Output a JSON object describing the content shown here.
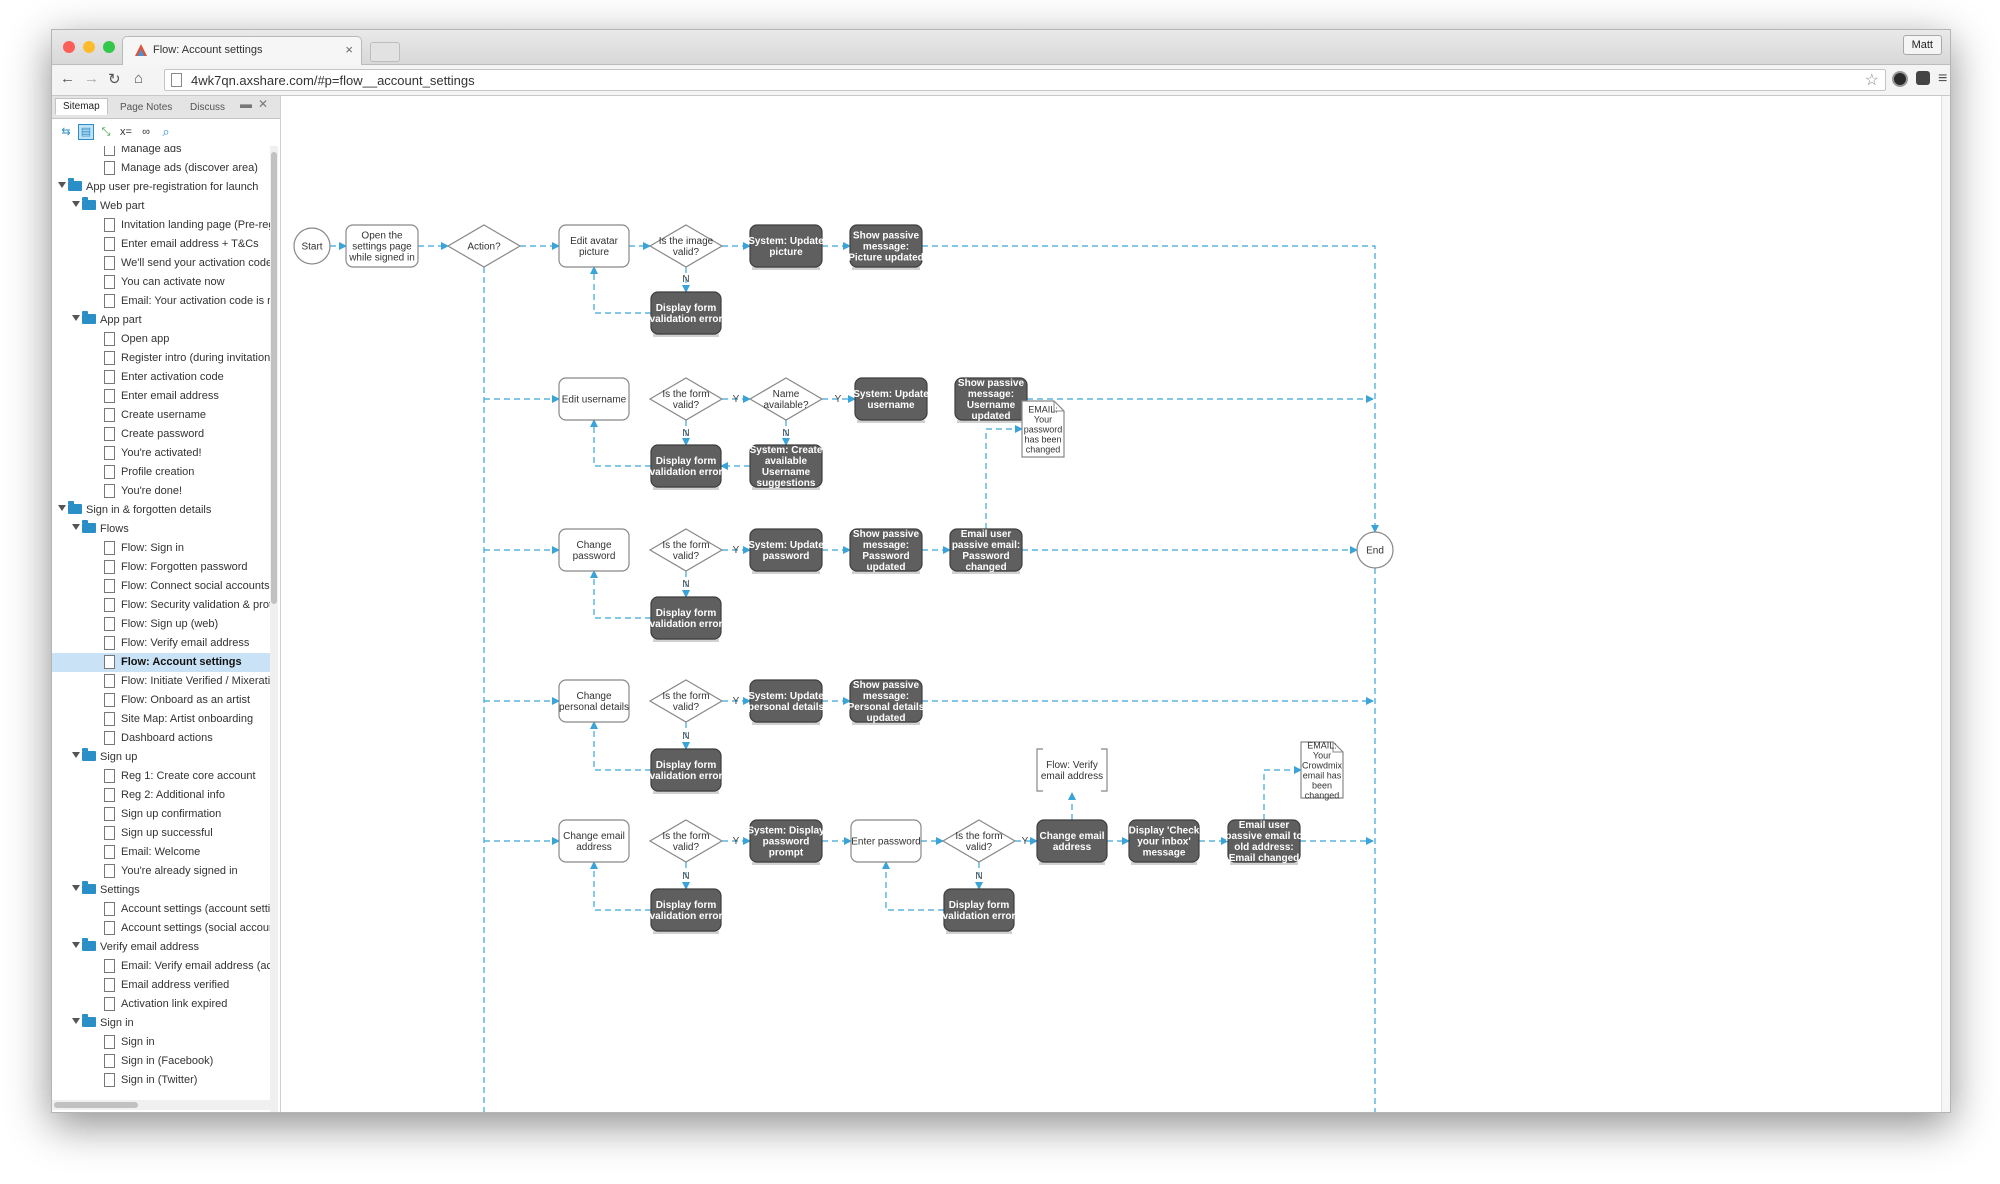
{
  "browser": {
    "tab_title": "Flow: Account settings",
    "url": "4wk7qn.axshare.com/#p=flow__account_settings",
    "user_name": "Matt"
  },
  "sidebar": {
    "tabs": [
      "Sitemap",
      "Page Notes",
      "Discuss"
    ],
    "tree": [
      {
        "label": "Manage ads",
        "level": 3,
        "type": "page",
        "partial": true
      },
      {
        "label": "Manage ads (discover area)",
        "level": 3,
        "type": "page"
      },
      {
        "label": "App user pre-registration for launch",
        "level": 1,
        "type": "folder"
      },
      {
        "label": "Web part",
        "level": 2,
        "type": "folder"
      },
      {
        "label": "Invitation landing page (Pre-reg",
        "level": 3,
        "type": "page"
      },
      {
        "label": "Enter email address + T&Cs",
        "level": 3,
        "type": "page"
      },
      {
        "label": "We'll send your activation code",
        "level": 3,
        "type": "page"
      },
      {
        "label": "You can activate now",
        "level": 3,
        "type": "page"
      },
      {
        "label": "Email: Your activation code is r",
        "level": 3,
        "type": "page"
      },
      {
        "label": "App part",
        "level": 2,
        "type": "folder"
      },
      {
        "label": "Open app",
        "level": 3,
        "type": "page"
      },
      {
        "label": "Register intro (during invitation",
        "level": 3,
        "type": "page"
      },
      {
        "label": "Enter activation code",
        "level": 3,
        "type": "page"
      },
      {
        "label": "Enter email address",
        "level": 3,
        "type": "page"
      },
      {
        "label": "Create username",
        "level": 3,
        "type": "page"
      },
      {
        "label": "Create password",
        "level": 3,
        "type": "page"
      },
      {
        "label": "You're activated!",
        "level": 3,
        "type": "page"
      },
      {
        "label": "Profile creation",
        "level": 3,
        "type": "page"
      },
      {
        "label": "You're done!",
        "level": 3,
        "type": "page"
      },
      {
        "label": "Sign in & forgotten details",
        "level": 1,
        "type": "folder"
      },
      {
        "label": "Flows",
        "level": 2,
        "type": "folder"
      },
      {
        "label": "Flow: Sign in",
        "level": 3,
        "type": "page"
      },
      {
        "label": "Flow: Forgotten password",
        "level": 3,
        "type": "page"
      },
      {
        "label": "Flow: Connect social accounts",
        "level": 3,
        "type": "page"
      },
      {
        "label": "Flow: Security validation & prot",
        "level": 3,
        "type": "page"
      },
      {
        "label": "Flow: Sign up (web)",
        "level": 3,
        "type": "page"
      },
      {
        "label": "Flow: Verify email address",
        "level": 3,
        "type": "page"
      },
      {
        "label": "Flow: Account settings",
        "level": 3,
        "type": "page",
        "selected": true
      },
      {
        "label": "Flow: Initiate Verified / Mixerati",
        "level": 3,
        "type": "page"
      },
      {
        "label": "Flow: Onboard as an artist",
        "level": 3,
        "type": "page"
      },
      {
        "label": "Site Map: Artist onboarding",
        "level": 3,
        "type": "page"
      },
      {
        "label": "Dashboard actions",
        "level": 3,
        "type": "page"
      },
      {
        "label": "Sign up",
        "level": 2,
        "type": "folder"
      },
      {
        "label": "Reg 1: Create core account",
        "level": 3,
        "type": "page"
      },
      {
        "label": "Reg 2: Additional info",
        "level": 3,
        "type": "page"
      },
      {
        "label": "Sign up confirmation",
        "level": 3,
        "type": "page"
      },
      {
        "label": "Sign up successful",
        "level": 3,
        "type": "page"
      },
      {
        "label": "Email: Welcome",
        "level": 3,
        "type": "page"
      },
      {
        "label": "You're already signed in",
        "level": 3,
        "type": "page"
      },
      {
        "label": "Settings",
        "level": 2,
        "type": "folder"
      },
      {
        "label": "Account settings (account setti",
        "level": 3,
        "type": "page"
      },
      {
        "label": "Account settings (social accour",
        "level": 3,
        "type": "page"
      },
      {
        "label": "Verify email address",
        "level": 2,
        "type": "folder"
      },
      {
        "label": "Email: Verify email address (ac",
        "level": 3,
        "type": "page"
      },
      {
        "label": "Email address verified",
        "level": 3,
        "type": "page"
      },
      {
        "label": "Activation link expired",
        "level": 3,
        "type": "page"
      },
      {
        "label": "Sign in",
        "level": 2,
        "type": "folder"
      },
      {
        "label": "Sign in",
        "level": 3,
        "type": "page"
      },
      {
        "label": "Sign in (Facebook)",
        "level": 3,
        "type": "page"
      },
      {
        "label": "Sign in (Twitter)",
        "level": 3,
        "type": "page",
        "partial": true
      }
    ]
  },
  "flow": {
    "start": "Start",
    "open_settings": [
      "Open the",
      "settings page",
      "while signed in"
    ],
    "action": "Action?",
    "end": "End",
    "yes": "Y",
    "no": "N",
    "form_valid": [
      "Is the form",
      "valid?"
    ],
    "display_error": [
      "Display form",
      "validation error"
    ],
    "row1": {
      "edit": [
        "Edit avatar",
        "picture"
      ],
      "check": [
        "Is the image",
        "valid?"
      ],
      "update": [
        "System: Update",
        "picture"
      ],
      "message": [
        "Show passive",
        "message:",
        "Picture updated"
      ]
    },
    "row2": {
      "edit": [
        "Edit username"
      ],
      "name_check": [
        "Name",
        "available?"
      ],
      "update": [
        "System: Update",
        "username"
      ],
      "message": [
        "Show passive",
        "message:",
        "Username",
        "updated"
      ],
      "suggest": [
        "System: Create",
        "available",
        "Username",
        "suggestions"
      ]
    },
    "row3": {
      "edit": [
        "Change",
        "password"
      ],
      "update": [
        "System: Update",
        "password"
      ],
      "message": [
        "Show passive",
        "message:",
        "Password",
        "updated"
      ],
      "email": [
        "Email user",
        "passive email:",
        "Password",
        "changed"
      ],
      "note": [
        "EMAIL:",
        "Your",
        "password",
        "has been",
        "changed"
      ]
    },
    "row4": {
      "edit": [
        "Change",
        "personal details"
      ],
      "update": [
        "System: Update",
        "personal details"
      ],
      "message": [
        "Show passive",
        "message:",
        "Personal details",
        "updated"
      ]
    },
    "row5": {
      "edit": [
        "Change email",
        "address"
      ],
      "prompt": [
        "System: Display",
        "password",
        "prompt"
      ],
      "enter": [
        "Enter password"
      ],
      "change": [
        "Change email",
        "address"
      ],
      "verify": [
        "Flow: Verify",
        "email address"
      ],
      "inbox": [
        "Display 'Check",
        "your inbox'",
        "message"
      ],
      "email": [
        "Email user",
        "passive email to",
        "old address:",
        "Email changed"
      ],
      "note": [
        "EMAIL:",
        "Your",
        "Crowdmix",
        "email has",
        "been",
        "changed"
      ]
    }
  },
  "colors": {
    "connector": "#3aa3d8",
    "dark_node": "#5f5f5f",
    "folder": "#2a8ec7",
    "selected_row": "#c9e2f5"
  }
}
